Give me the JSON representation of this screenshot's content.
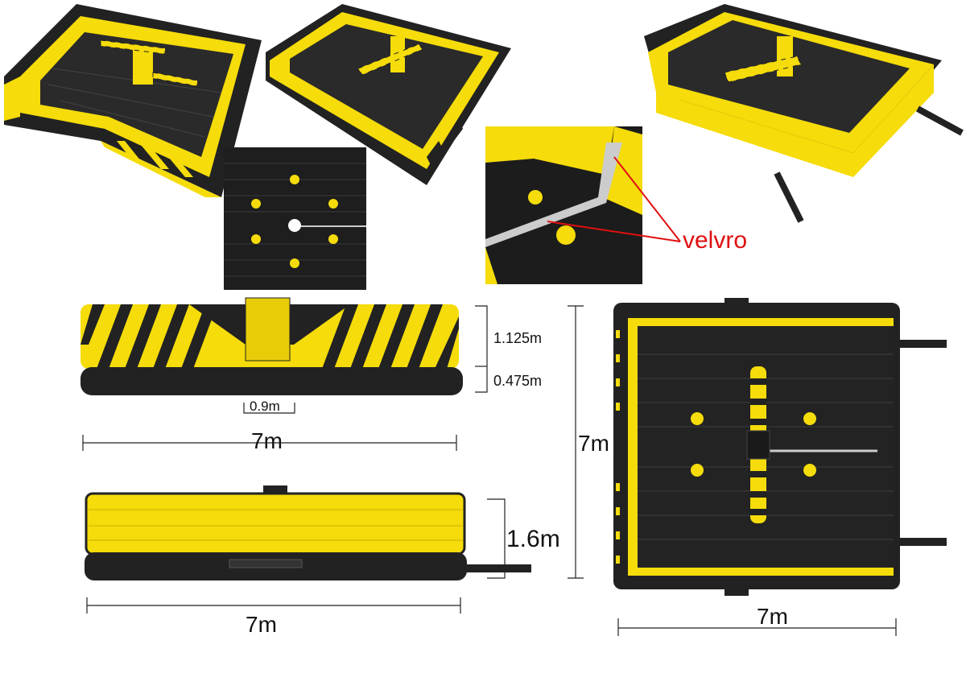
{
  "colors": {
    "yellow": "#f5dc0a",
    "black": "#222222",
    "annotation": "#e01010"
  },
  "callout": {
    "label": "velvro"
  },
  "side_view": {
    "height_upper": "1.125m",
    "height_base": "0.475m",
    "pillar_width": "0.9m",
    "length": "7m"
  },
  "back_view": {
    "height": "1.6m",
    "length": "7m"
  },
  "top_view": {
    "width": "7m",
    "length": "7m"
  }
}
